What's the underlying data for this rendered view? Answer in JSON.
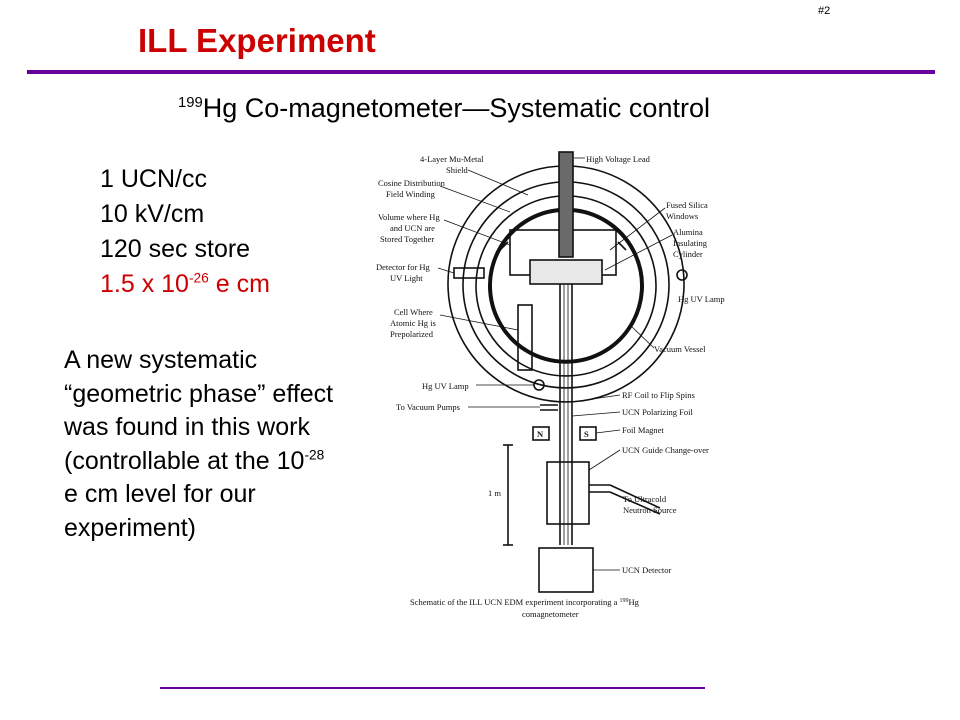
{
  "slide_number": "#2",
  "title": "ILL Experiment",
  "subtitle": {
    "superscript": "199",
    "text": "Hg Co-magnetometer—Systematic control"
  },
  "specs": {
    "line1": "1 UCN/cc",
    "line2": "10 kV/cm",
    "line3": "120 sec store",
    "edm_prefix": "1.5 x 10",
    "edm_exponent": "-26",
    "edm_suffix": " e cm"
  },
  "systematic": {
    "before": "A new systematic “geometric phase” effect was found in this work (controllable at the 10",
    "exponent": "-28",
    "after": " e cm level for our experiment)"
  },
  "diagram": {
    "labels": {
      "high_voltage_lead": "High Voltage Lead",
      "shield_1": "4-Layer Mu-Metal",
      "shield_2": "Shield",
      "cosine_1": "Cosine Distribution",
      "cosine_2": "Field Winding",
      "volume_1": "Volume where Hg",
      "volume_2": "and UCN are",
      "volume_3": "Stored Together",
      "detector_1": "Detector for Hg",
      "detector_2": "UV Light",
      "cell_1": "Cell Where",
      "cell_2": "Atomic Hg is",
      "cell_3": "Prepolarized",
      "fused_1": "Fused Silica",
      "fused_2": "Windows",
      "alumina_1": "Alumina",
      "alumina_2": "Insulating",
      "alumina_3": "Cylinder",
      "hg_uv_lamp_right": "Hg UV Lamp",
      "vacuum_vessel": "Vacuum Vessel",
      "hg_uv_lamp_left": "Hg UV Lamp",
      "to_vacuum_pumps": "To Vacuum Pumps",
      "rf_coil": "RF Coil to Flip Spins",
      "ucn_polarizing_foil": "UCN Polarizing Foil",
      "foil_magnet": "Foil Magnet",
      "ucn_guide": "UCN Guide Change-over",
      "to_ultracold_1": "To Ultracold",
      "to_ultracold_2": "Neutron Source",
      "ucn_detector": "UCN Detector",
      "one_meter": "1 m",
      "magnet_n": "N",
      "magnet_s": "S",
      "caption_1": "Schematic of the ILL UCN EDM experiment incorporating a ",
      "caption_sup": "199",
      "caption_2": "Hg",
      "caption_3": "comagnetometer"
    }
  }
}
